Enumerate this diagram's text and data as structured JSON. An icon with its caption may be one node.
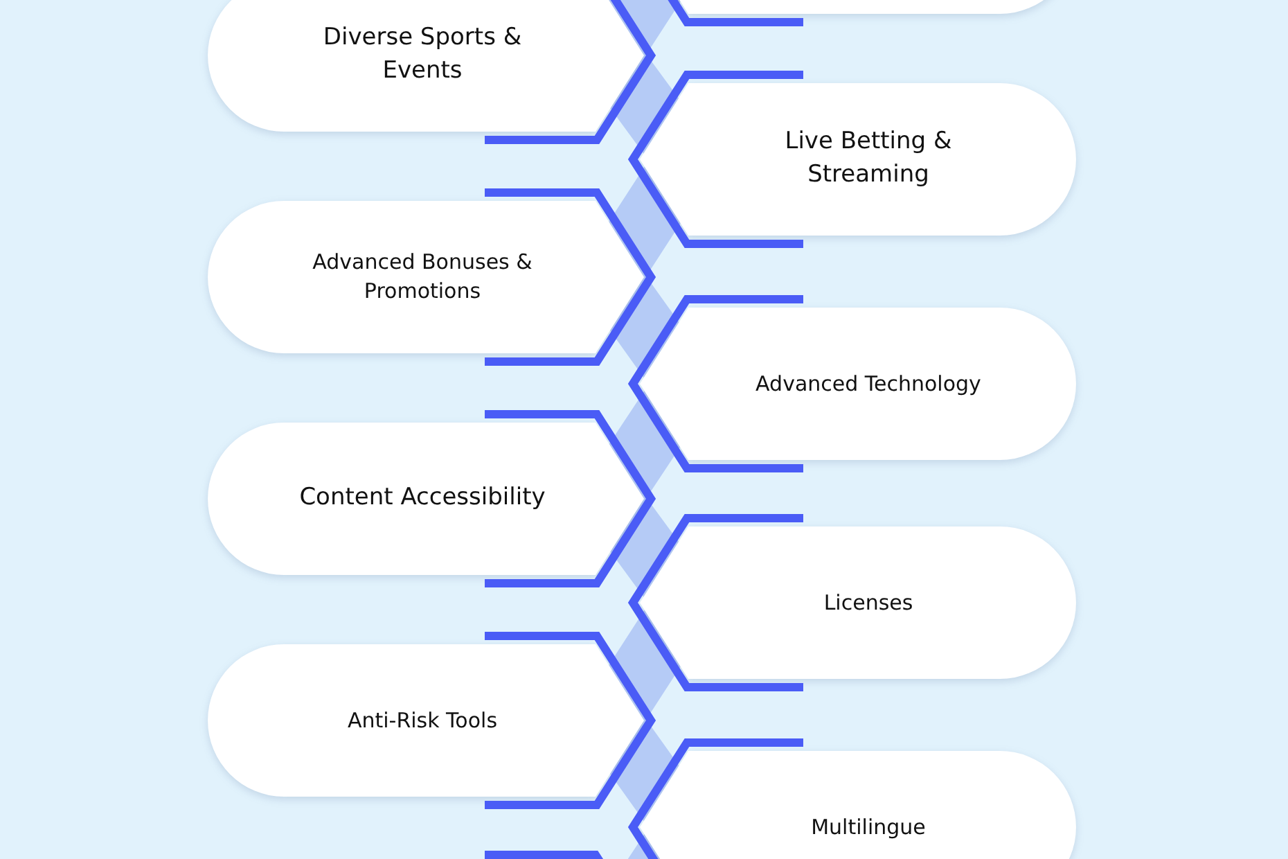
{
  "diagram": {
    "nodes": [
      {
        "text": [],
        "shape": "box"
      },
      {
        "text": [
          "Diverse Sports & Events"
        ]
      },
      {
        "text": [
          "Live Betting & Streaming"
        ]
      },
      {
        "text": [
          "Advanced Bonuses & Promotions"
        ]
      },
      {
        "text": [
          "Advanced Technology"
        ]
      },
      {
        "text": [
          "Content Accessibility"
        ]
      },
      {
        "text": [
          "Licenses"
        ]
      },
      {
        "text": [
          "Anti-Risk Tools"
        ]
      },
      {
        "text": [
          "Multilingue"
        ]
      }
    ]
  }
}
